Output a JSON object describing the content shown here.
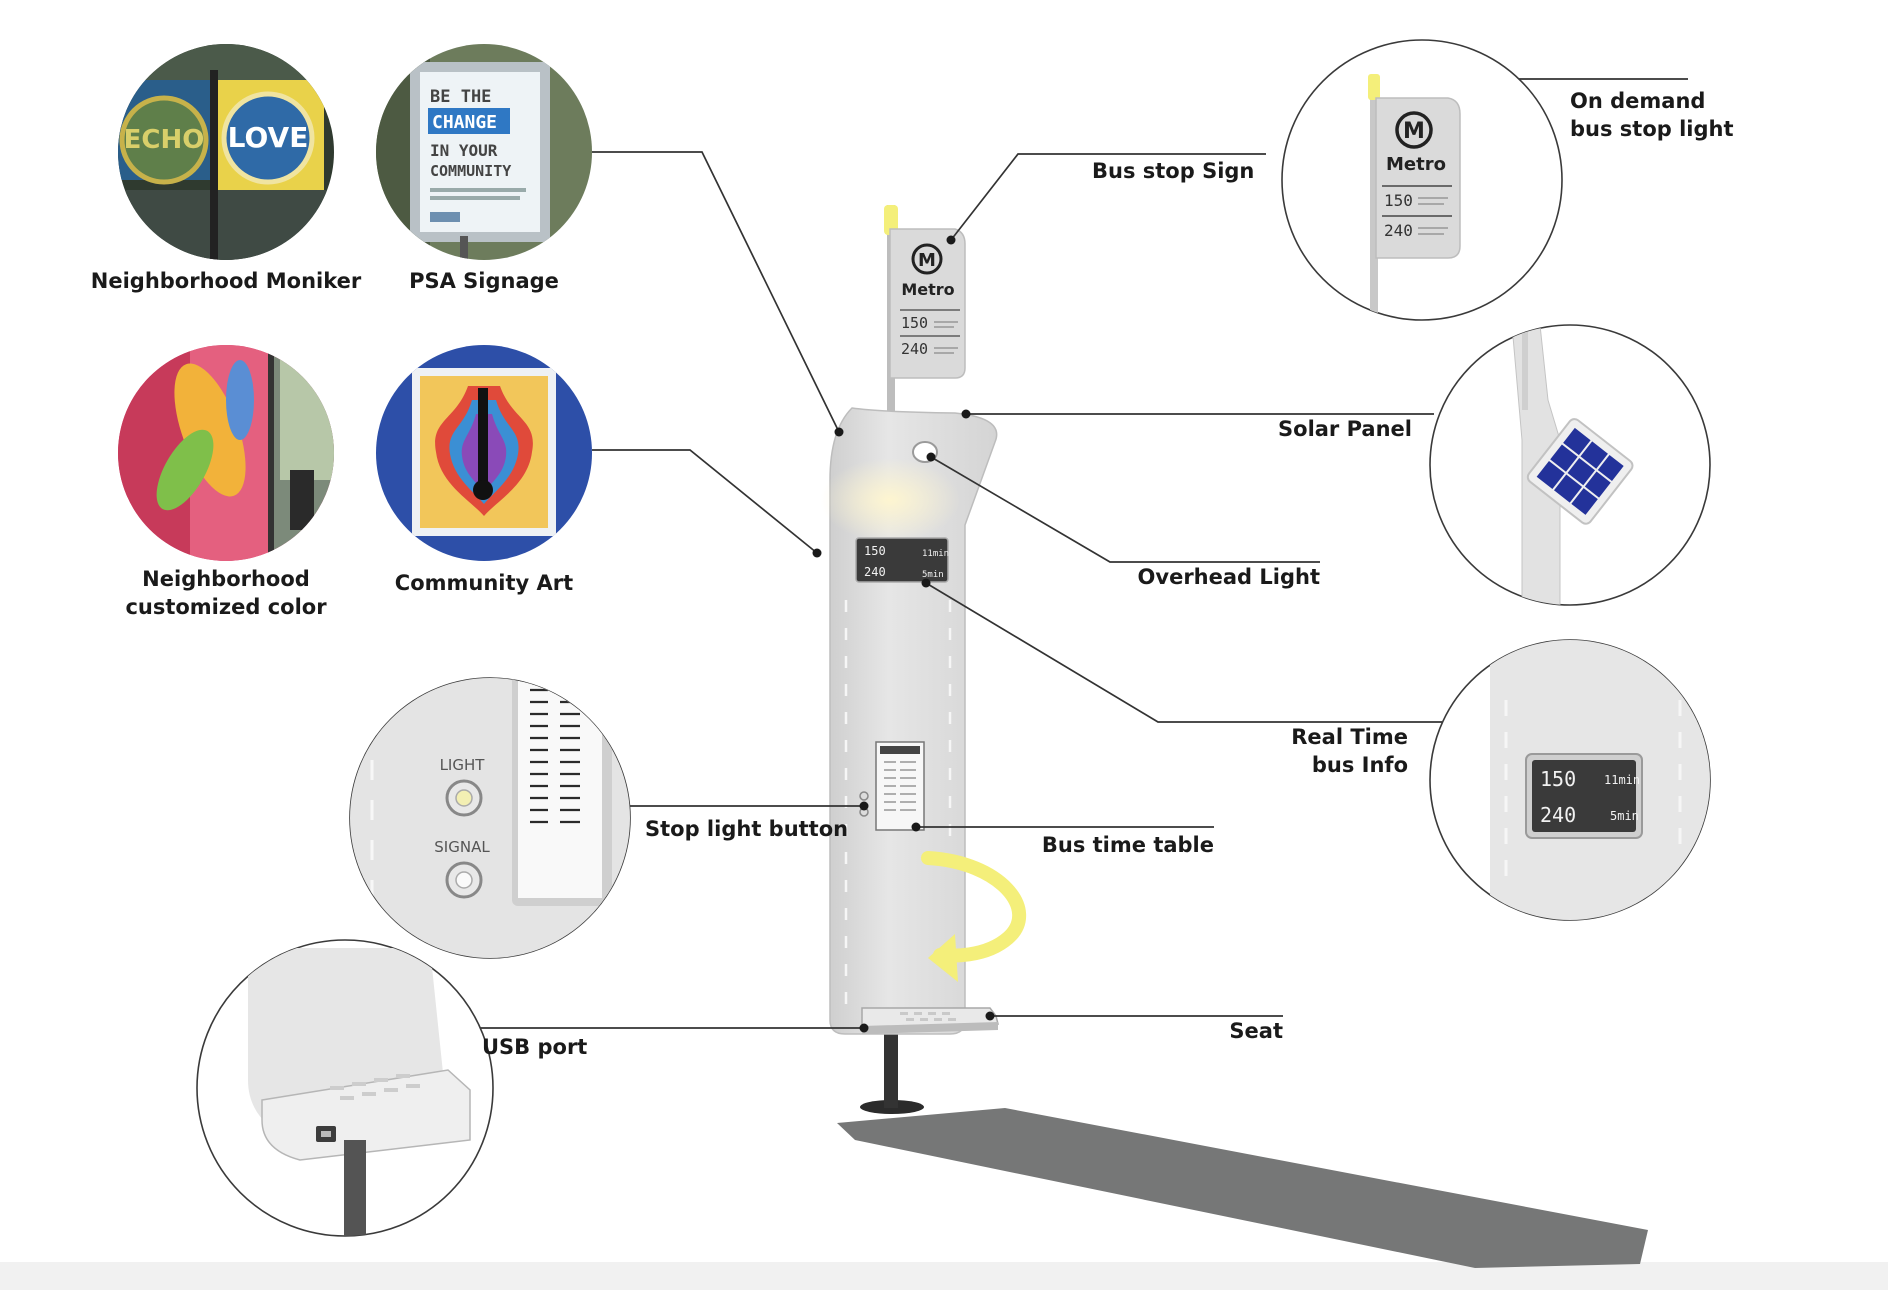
{
  "thumbnails": {
    "neighborhood_moniker": {
      "label": "Neighborhood Moniker",
      "sign_left": "ECHO",
      "sign_right": "LOVE"
    },
    "psa_signage": {
      "label": "PSA Signage",
      "poster_lines": [
        "BE THE",
        "CHANGE",
        "IN YOUR",
        "COMMUNITY"
      ]
    },
    "neighborhood_color": {
      "label_line1": "Neighborhood",
      "label_line2": "customized color"
    },
    "community_art": {
      "label": "Community Art"
    }
  },
  "callouts": {
    "bus_stop_sign": "Bus stop Sign",
    "on_demand_light_line1": "On demand",
    "on_demand_light_line2": "bus stop light",
    "solar_panel": "Solar Panel",
    "overhead_light": "Overhead Light",
    "real_time_line1": "Real Time",
    "real_time_line2": "bus Info",
    "stop_light_button": "Stop light button",
    "bus_time_table": "Bus time table",
    "seat": "Seat",
    "usb_port": "USB port"
  },
  "sign": {
    "logo_letter": "M",
    "brand": "Metro",
    "routes": [
      {
        "number": "150"
      },
      {
        "number": "240"
      }
    ]
  },
  "display": {
    "rows": [
      {
        "route": "150",
        "eta": "11min"
      },
      {
        "route": "240",
        "eta": "5min"
      }
    ]
  },
  "buttons": {
    "light_label": "LIGHT",
    "signal_label": "SIGNAL"
  },
  "colors": {
    "pole": "#dedede",
    "shadow": "#767777",
    "accent_yellow": "#f4ef7a",
    "solar_blue": "#23329a",
    "sign_panel": "#d9d9d9"
  }
}
